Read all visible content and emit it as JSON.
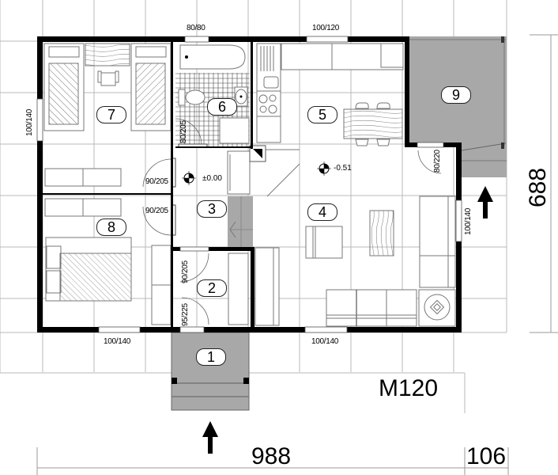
{
  "plan": {
    "title": "M120",
    "dimensions": {
      "total_width": "988",
      "extra_width": "106",
      "total_depth": "688"
    },
    "rooms": [
      {
        "number": "1",
        "name": "entrance-porch"
      },
      {
        "number": "2",
        "name": "vestibule"
      },
      {
        "number": "3",
        "name": "hallway"
      },
      {
        "number": "4",
        "name": "living-room"
      },
      {
        "number": "5",
        "name": "kitchen-dining"
      },
      {
        "number": "6",
        "name": "bathroom"
      },
      {
        "number": "7",
        "name": "bedroom-twin"
      },
      {
        "number": "8",
        "name": "bedroom-double"
      },
      {
        "number": "9",
        "name": "terrace"
      }
    ],
    "openings": {
      "bath_window": "80/80",
      "kitchen_window": "100/120",
      "bedroom7_side_window": "100/140",
      "bath_door": "80/205",
      "bedroom7_door": "90/205",
      "bedroom8_door": "90/205",
      "vestibule_inner_door": "90/205",
      "entrance_door": "95/225",
      "terrace_door": "80/220",
      "living_side_window": "100/140",
      "bedroom8_window": "100/140",
      "living_front_window": "100/140"
    },
    "levels": {
      "hall": "±0.00",
      "living": "-0.51"
    },
    "colors": {
      "wall": "#000000",
      "grid": "#b4b4b4",
      "paved": "#a8a8a8",
      "furniture": "#6e6e6e"
    }
  }
}
